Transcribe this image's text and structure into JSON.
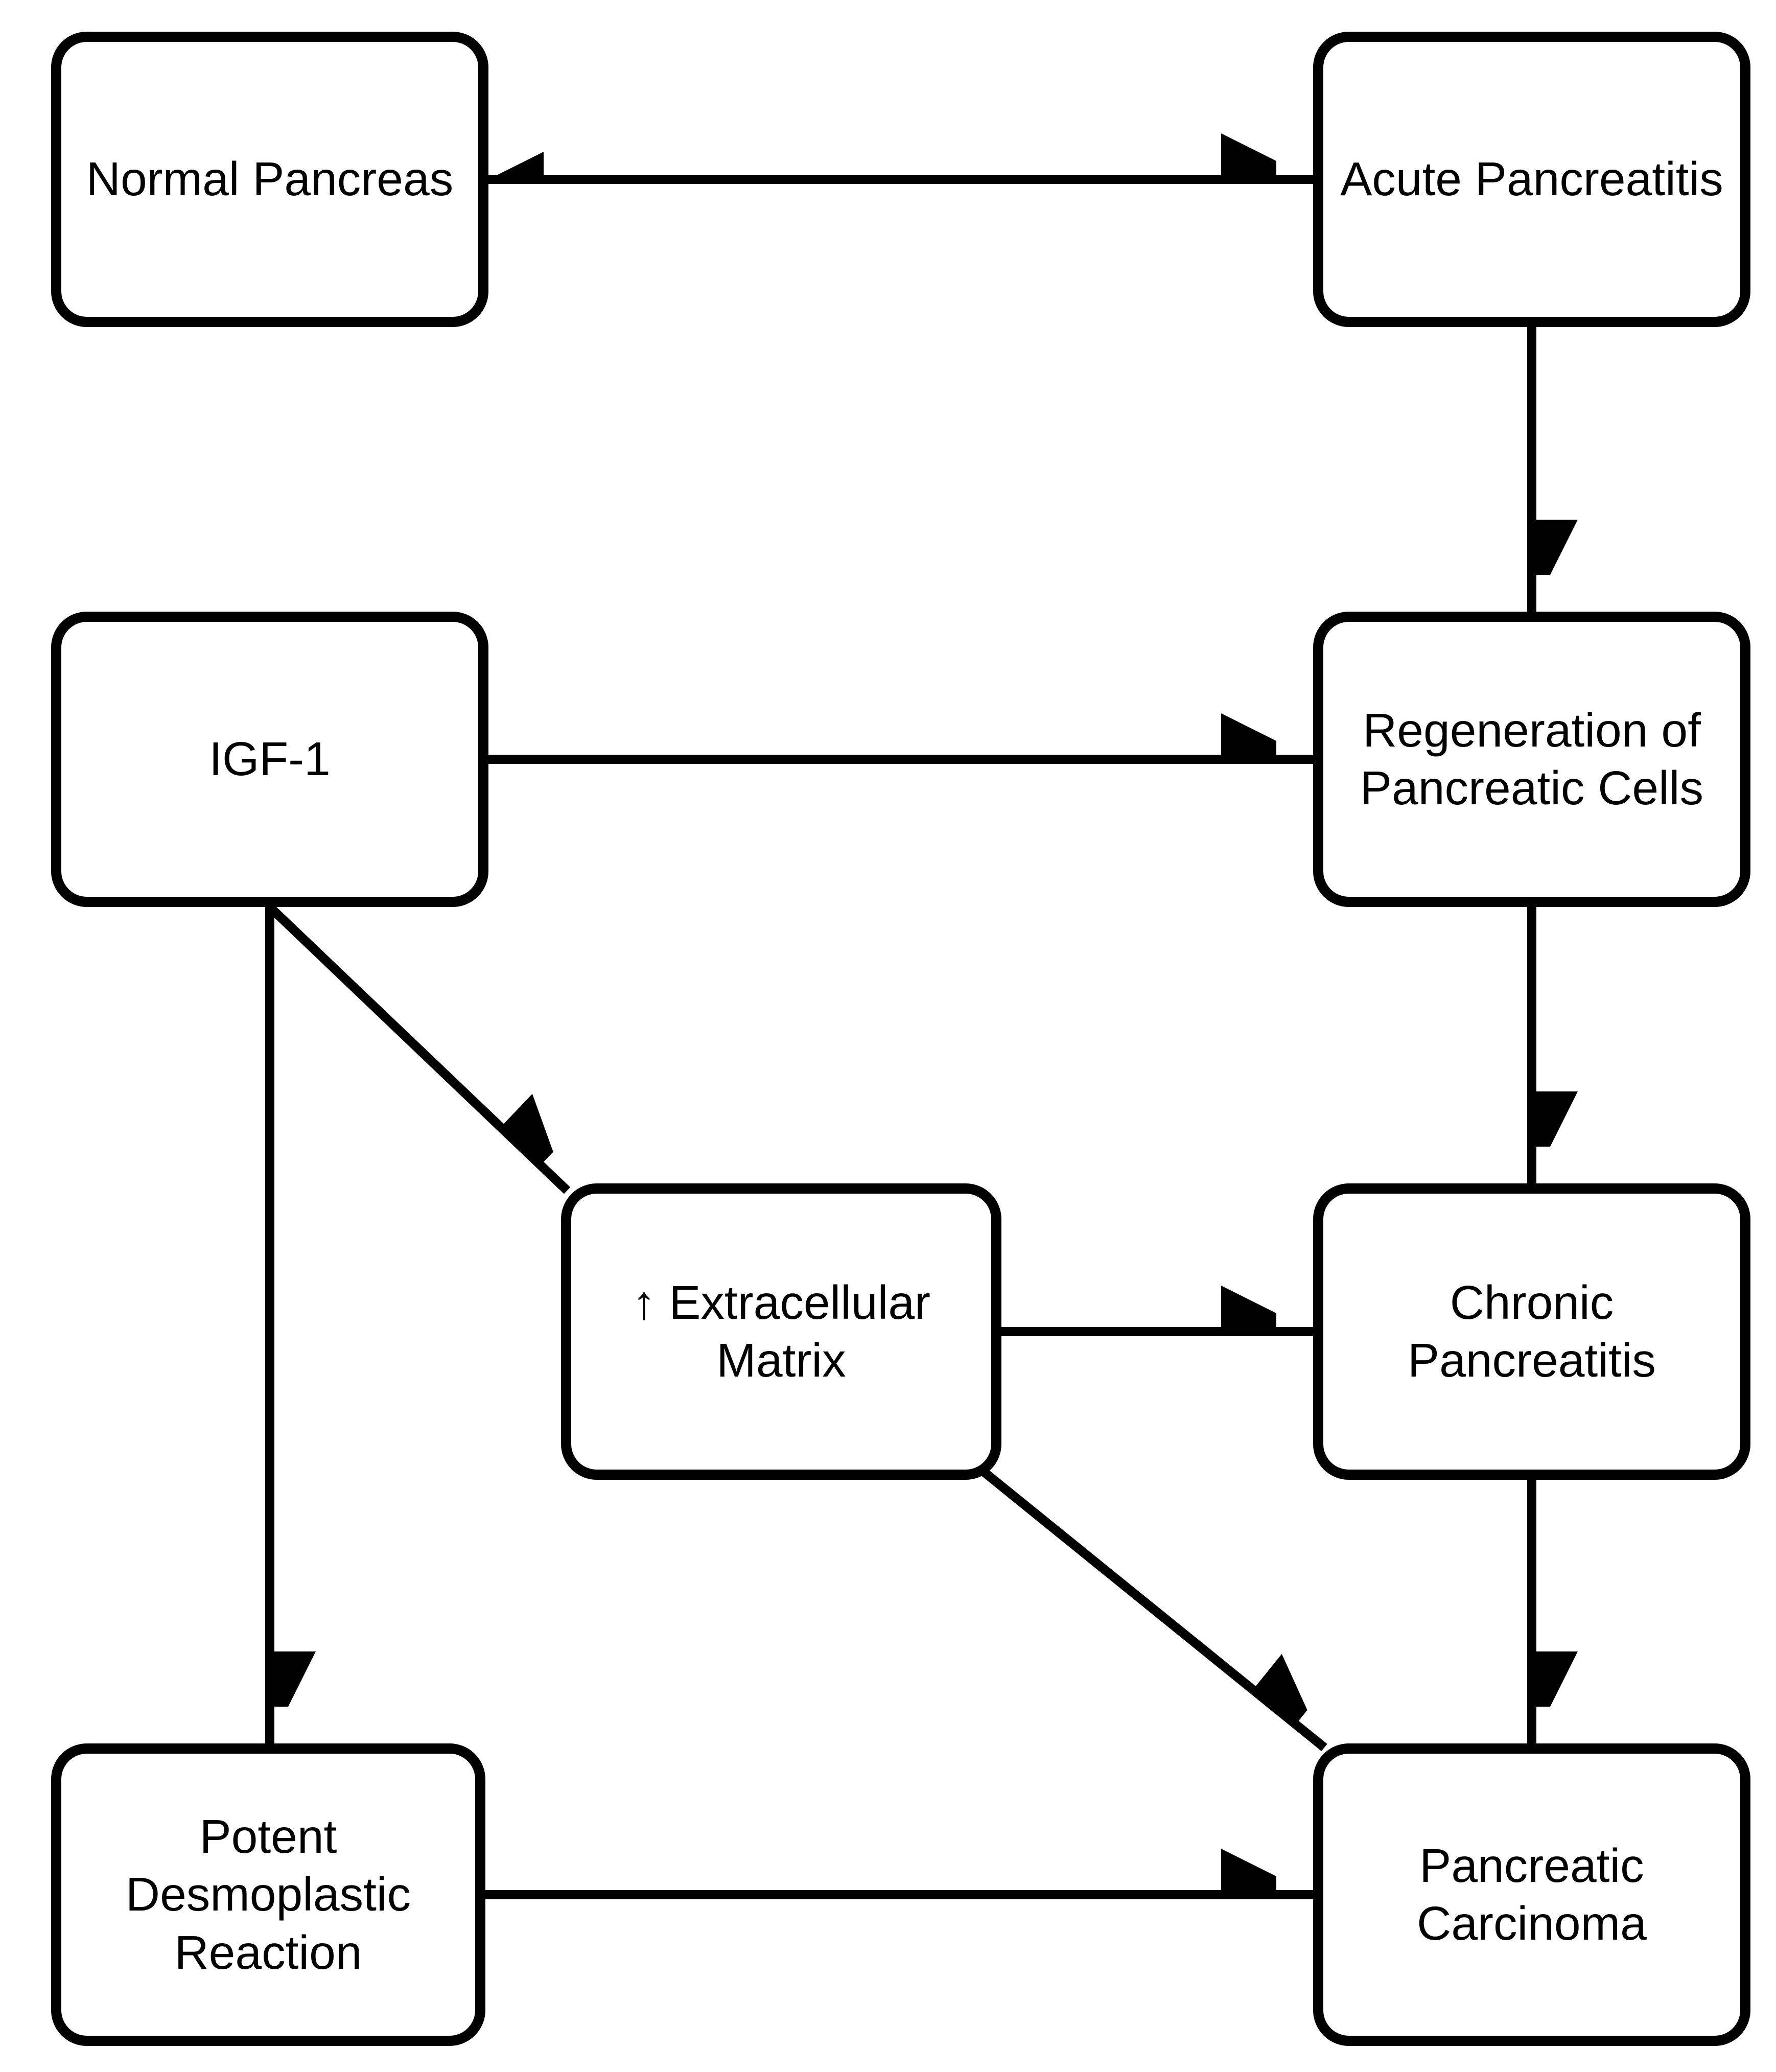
{
  "diagram": {
    "title": "Pancreatic carcinoma pathogenesis flowchart",
    "colors": {
      "ink": "#000000",
      "background": "#ffffff"
    },
    "nodes": {
      "normal_pancreas": {
        "label": "Normal Pancreas"
      },
      "acute_pancreatitis": {
        "label": "Acute Pancreatitis"
      },
      "igf_1": {
        "label": "IGF-1"
      },
      "regeneration": {
        "label": "Regeneration of\nPancreatic Cells"
      },
      "extracellular_matrix": {
        "label": "↑ Extracellular\nMatrix"
      },
      "chronic_pancreatitis": {
        "label": "Chronic\nPancreatitis"
      },
      "potent_desmoplastic": {
        "label": "Potent\nDesmoplastic\nReaction"
      },
      "pancreatic_carcinoma": {
        "label": "Pancreatic\nCarcinoma"
      }
    },
    "edges": [
      {
        "from": "Normal Pancreas",
        "to": "Acute Pancreatitis",
        "bidirectional": true
      },
      {
        "from": "Acute Pancreatitis",
        "to": "Regeneration of Pancreatic Cells",
        "bidirectional": false
      },
      {
        "from": "IGF-1",
        "to": "Regeneration of Pancreatic Cells",
        "bidirectional": false
      },
      {
        "from": "Regeneration of Pancreatic Cells",
        "to": "Chronic Pancreatitis",
        "bidirectional": false
      },
      {
        "from": "IGF-1",
        "to": "↑ Extracellular Matrix",
        "bidirectional": false
      },
      {
        "from": "IGF-1",
        "to": "Potent Desmoplastic Reaction",
        "bidirectional": false
      },
      {
        "from": "↑ Extracellular Matrix",
        "to": "Chronic Pancreatitis",
        "bidirectional": false
      },
      {
        "from": "↑ Extracellular Matrix",
        "to": "Pancreatic Carcinoma",
        "bidirectional": false
      },
      {
        "from": "Chronic Pancreatitis",
        "to": "Pancreatic Carcinoma",
        "bidirectional": false
      },
      {
        "from": "Potent Desmoplastic Reaction",
        "to": "Pancreatic Carcinoma",
        "bidirectional": false
      }
    ]
  }
}
